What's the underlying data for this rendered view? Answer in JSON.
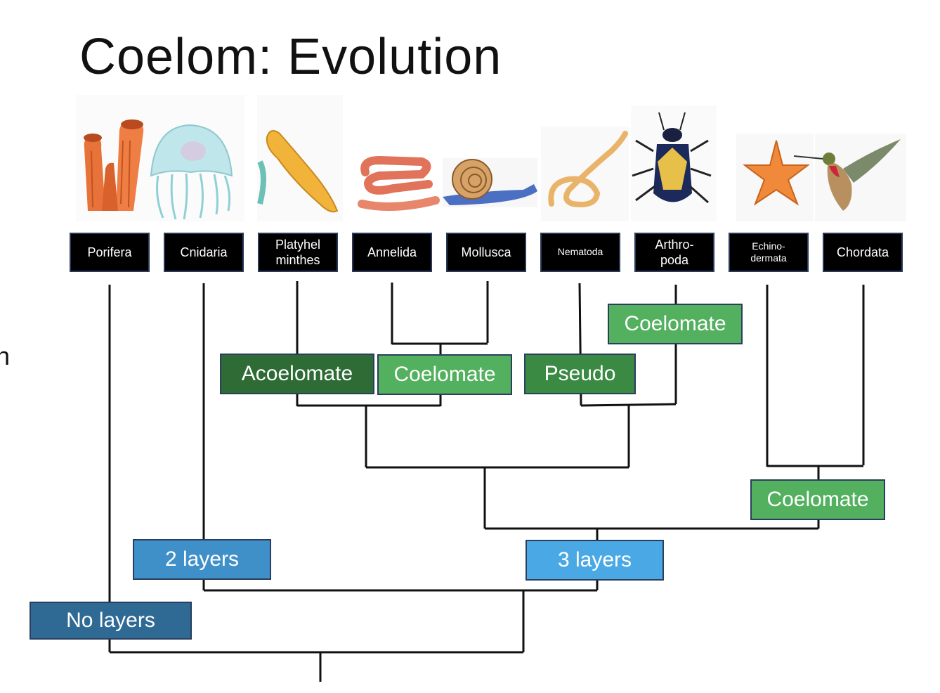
{
  "title": "Coelom: Evolution",
  "edge_fragment": "n",
  "phyla": [
    {
      "line1": "Porifera",
      "line2": ""
    },
    {
      "line1": "Cnidaria",
      "line2": ""
    },
    {
      "line1": "Platyhel",
      "line2": "minthes"
    },
    {
      "line1": "Annelida",
      "line2": ""
    },
    {
      "line1": "Mollusca",
      "line2": ""
    },
    {
      "line1": "Nematoda",
      "line2": ""
    },
    {
      "line1": "Arthro-",
      "line2": "poda"
    },
    {
      "line1": "Echino-",
      "line2": "dermata"
    },
    {
      "line1": "Chordata",
      "line2": ""
    }
  ],
  "boxes": {
    "acoelomate": {
      "text": "Acoelomate",
      "color": "#2e6b35"
    },
    "coelomate_annelid": {
      "text": "Coelomate",
      "color": "#52b05e"
    },
    "pseudo": {
      "text": "Pseudo",
      "color": "#3a8a44"
    },
    "coelomate_arthropod": {
      "text": "Coelomate",
      "color": "#52b05e"
    },
    "coelomate_deuterostome": {
      "text": "Coelomate",
      "color": "#52b05e"
    },
    "two_layers": {
      "text": "2 layers",
      "color": "#3f8fc9"
    },
    "three_layers": {
      "text": "3 layers",
      "color": "#4aa9e4"
    },
    "no_layers": {
      "text": "No layers",
      "color": "#2f6a94"
    }
  },
  "animals": [
    "sponge-illustration",
    "jellyfish-illustration",
    "flatworm-illustration",
    "earthworm-illustration",
    "snail-illustration",
    "roundworm-illustration",
    "beetle-illustration",
    "starfish-illustration",
    "hummingbird-illustration"
  ]
}
